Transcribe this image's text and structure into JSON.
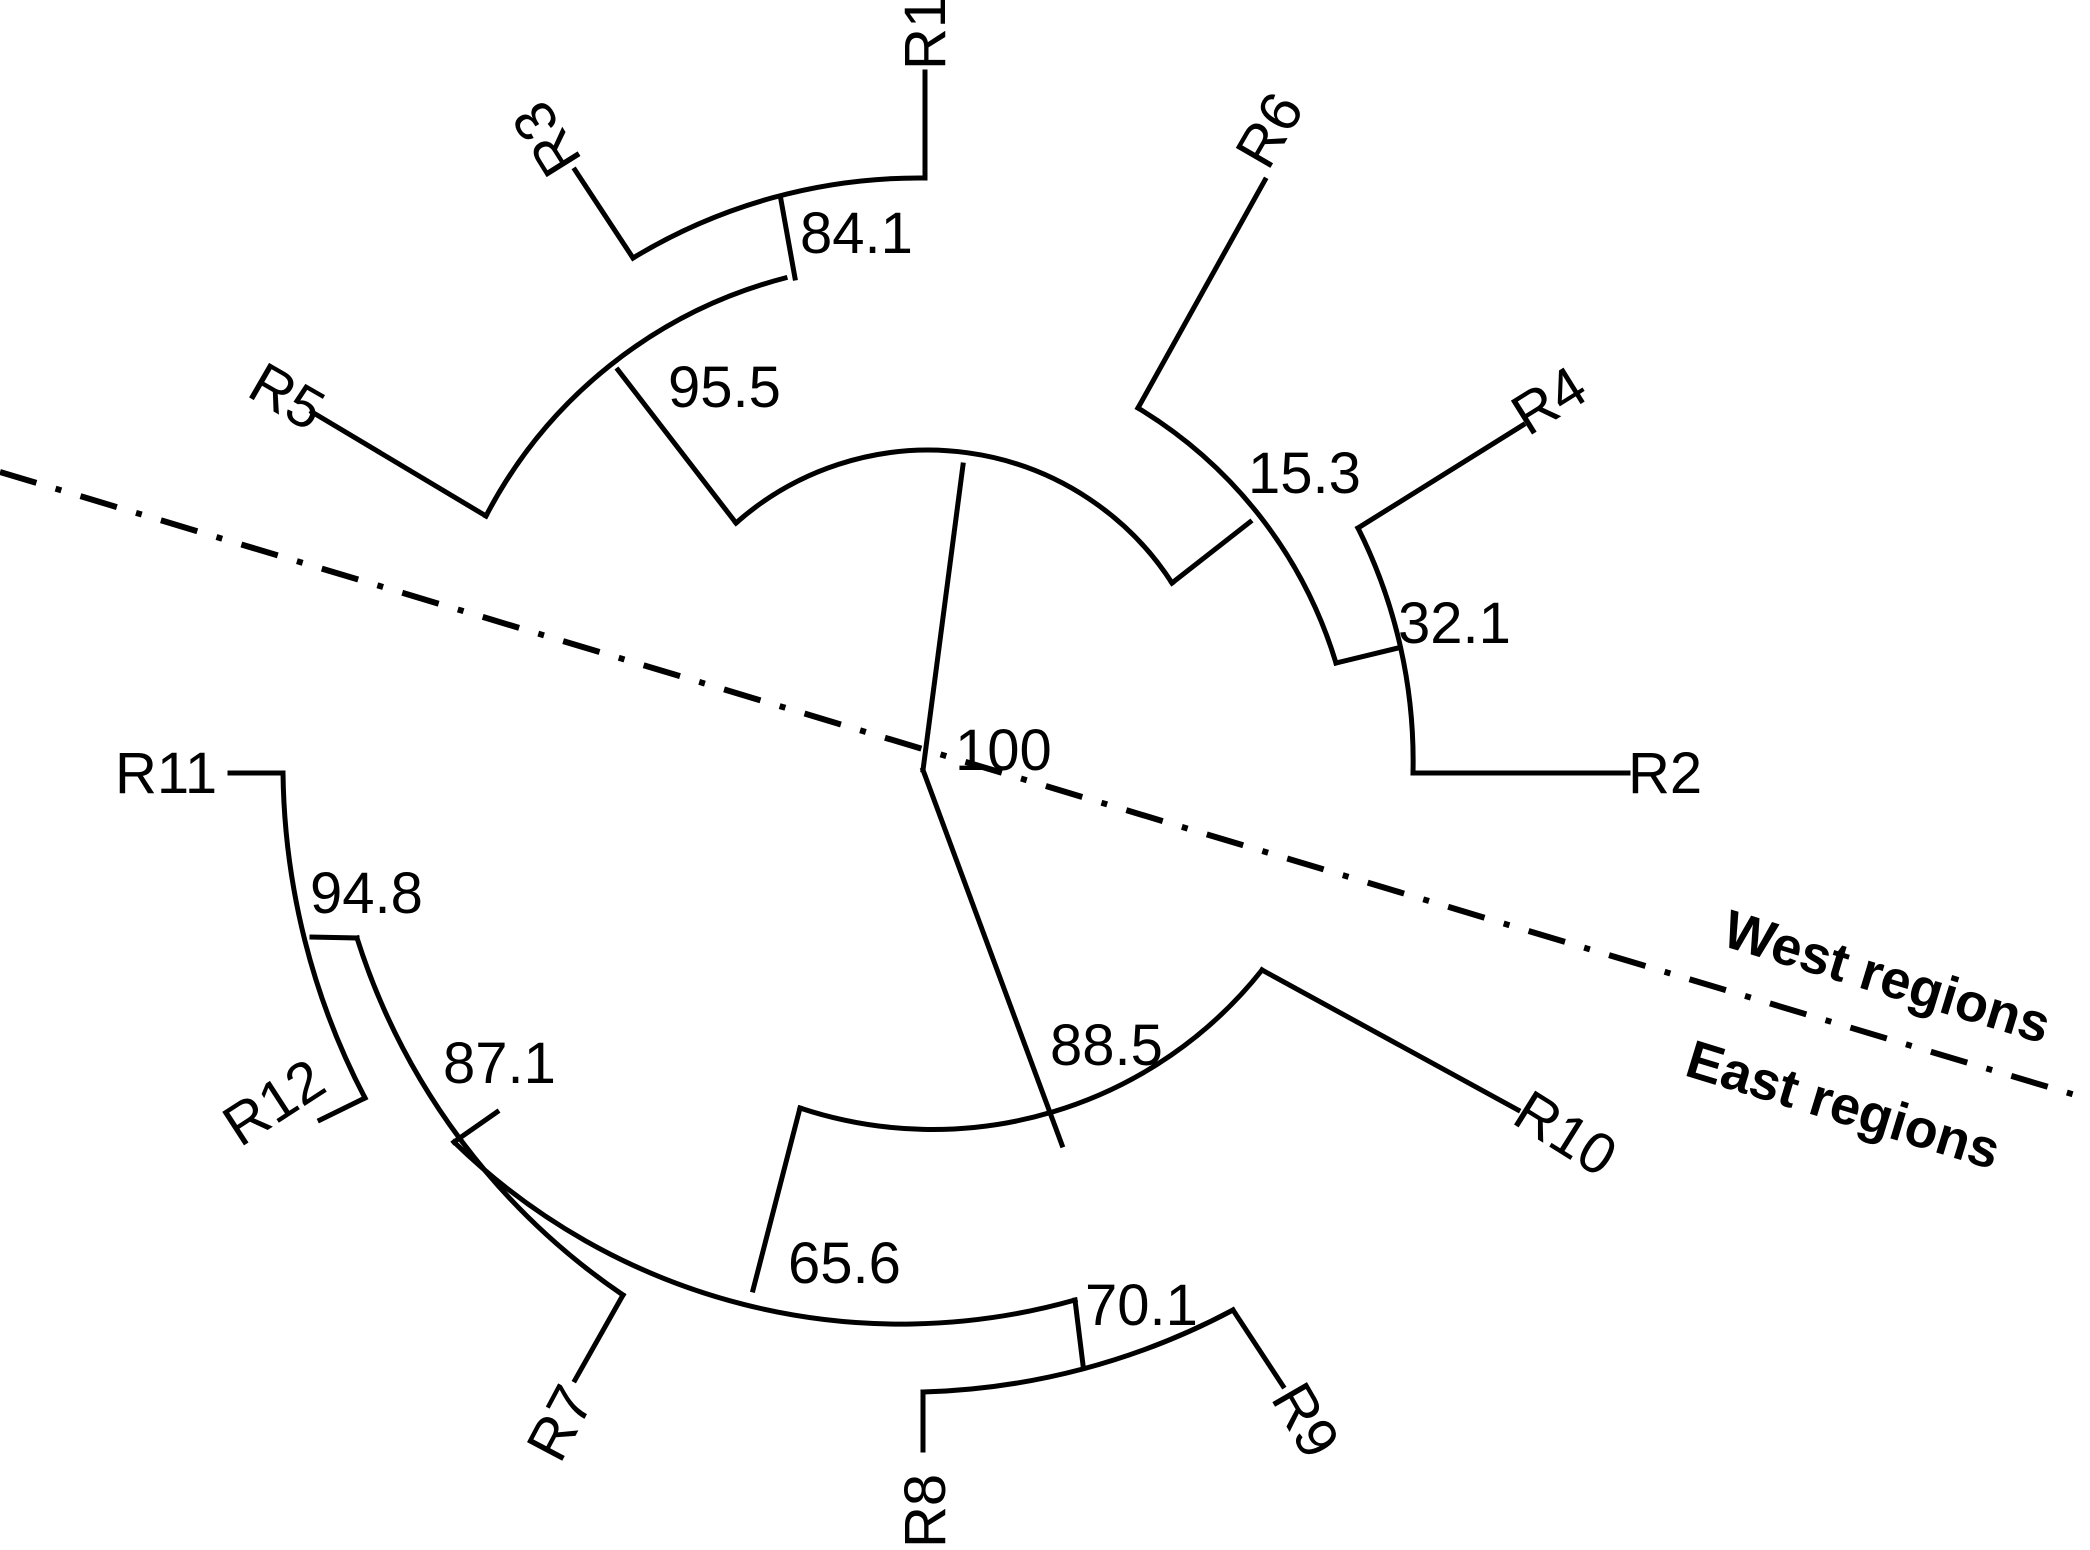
{
  "diagram": {
    "type": "circular-dendrogram",
    "leaves": [
      "R1",
      "R3",
      "R5",
      "R6",
      "R4",
      "R2",
      "R11",
      "R12",
      "R7",
      "R8",
      "R9",
      "R10"
    ],
    "nodes": [
      {
        "id": "root",
        "support": "100"
      },
      {
        "id": "west-core",
        "support": "95.5"
      },
      {
        "id": "r1-r3",
        "support": "84.1"
      },
      {
        "id": "r6-group",
        "support": "15.3"
      },
      {
        "id": "r4-r2",
        "support": "32.1"
      },
      {
        "id": "east-core",
        "support": "88.5"
      },
      {
        "id": "east-sub",
        "support": "65.6"
      },
      {
        "id": "r11-r12-r7",
        "support": "87.1"
      },
      {
        "id": "r11-r12",
        "support": "94.8"
      },
      {
        "id": "r8-r9",
        "support": "70.1"
      }
    ],
    "regions": {
      "west": "West regions",
      "east": "East regions"
    }
  }
}
